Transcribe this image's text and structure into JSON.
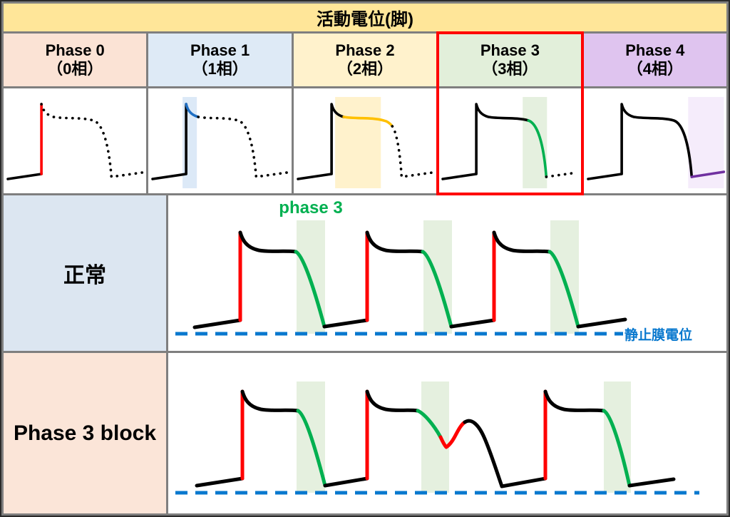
{
  "title": "活動電位(脚)",
  "colors": {
    "grid": "#7F7F7F",
    "banner_bg": "#FFE699",
    "curve_black": "#000000",
    "phase0_accent": "#FF0000",
    "phase1_accent": "#1F6FC4",
    "phase2_accent": "#FFC000",
    "phase3_accent": "#00B050",
    "phase4_accent": "#7030A0",
    "phase0_header_bg": "#FBE3D5",
    "phase1_header_bg": "#DEEAF6",
    "phase2_header_bg": "#FFF2CC",
    "phase3_header_bg": "#E2EFDA",
    "phase4_header_bg": "#DFC4EF",
    "phase1_band": "#DCE9F7",
    "phase2_band": "#FFF2CC",
    "phase3_band": "#E5F0DF",
    "phase4_band": "#F5ECFB",
    "highlight_box_border": "#FF0000",
    "normal_label_bg": "#DCE6F1",
    "block_label_bg": "#FBE5D8",
    "resting_line": "#0878CE"
  },
  "phase_headers": [
    {
      "name": "Phase 0",
      "sub": "（0相）"
    },
    {
      "name": "Phase 1",
      "sub": "（1相）"
    },
    {
      "name": "Phase 2",
      "sub": "（2相）"
    },
    {
      "name": "Phase 3",
      "sub": "（3相）"
    },
    {
      "name": "Phase 4",
      "sub": "（4相）"
    }
  ],
  "rows": {
    "normal": {
      "label": "正常",
      "phase3_annotation": "phase 3",
      "resting_annotation": "静止膜電位"
    },
    "block": {
      "label": "Phase 3 block"
    }
  }
}
